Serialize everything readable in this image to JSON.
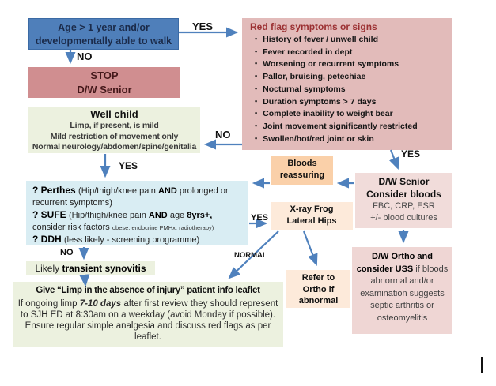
{
  "palette": {
    "arrow": "#4f81bd",
    "blue_node": "#4f7fba",
    "rose_node": "#d08e90",
    "pink_panel": "#e2bbba",
    "green_node": "#ecf1df",
    "lightblue_node": "#d9edf3",
    "peach_node": "#fad0a9",
    "lightpeach_node": "#fdeada",
    "lightpink_node": "#f1dcda",
    "redflag_title": "#9b3032"
  },
  "labels": {
    "yes": "YES",
    "no": "NO",
    "normal": "NORMAL"
  },
  "nodes": {
    "age": {
      "line1": "Age > 1 year and/or",
      "line2": "developmentally able to walk"
    },
    "stop": {
      "line1": "STOP",
      "line2": "D/W Senior"
    },
    "well_child": {
      "title": "Well child",
      "lines": [
        "Limp, if present, is mild",
        "Mild restriction of movement only",
        "Normal neurology/abdomen/spine/genitalia"
      ]
    },
    "red_flag": {
      "title": "Red flag symptoms or signs",
      "items": [
        "History of fever / unwell child",
        "Fever recorded in dept",
        "Worsening or recurrent symptoms",
        "Pallor, bruising, petechiae",
        "Nocturnal symptoms",
        "Duration symptoms > 7 days",
        "Complete inability to weight bear",
        "Joint movement significantly restricted",
        "Swollen/hot/red joint or skin"
      ]
    },
    "differentials": {
      "perthes_q": "? Perthes ",
      "perthes_pre": "(Hip/thigh/knee pain ",
      "perthes_and": "AND",
      "perthes_post": " prolonged or recurrent symptoms)",
      "sufe_q": "? SUFE ",
      "sufe_pre": "(Hip/thigh/knee pain ",
      "sufe_and": "AND",
      "sufe_mid": " age ",
      "sufe_age": "8yrs+,",
      "sufe_cont": " consider risk factors ",
      "sufe_small": "obese, endocrine PMHx, radiotherapy)",
      "ddh_q": "? DDH ",
      "ddh_rest": "(less likely - screening programme)"
    },
    "synovitis": {
      "pre": "Likely ",
      "bold": "transient synovitis"
    },
    "leaflet": {
      "title": "Give “Limp in the absence of injury” patient info leaflet",
      "body_pre": "If ongoing limp ",
      "body_days": "7-10 days",
      "body_post": " after first review they should represent to SJH ED at 8:30am on a weekday (avoid Monday if possible). Ensure regular simple analgesia and discuss red flags as per leaflet."
    },
    "bloods": {
      "line1": "Bloods",
      "line2": "reassuring"
    },
    "xray": {
      "line1": "X-ray Frog",
      "line2": "Lateral Hips"
    },
    "refer": {
      "line1": "Refer to",
      "line2": "Ortho if",
      "line3": "abnormal"
    },
    "dw_senior": {
      "bold1": "D/W Senior",
      "bold2": "Consider bloods",
      "line3": "FBC, CRP, ESR",
      "line4": "+/- blood cultures"
    },
    "dw_ortho": {
      "bold": "D/W Ortho and consider USS",
      "rest": " if bloods abnormal and/or examination suggests septic arthritis or osteomyelitis"
    }
  }
}
